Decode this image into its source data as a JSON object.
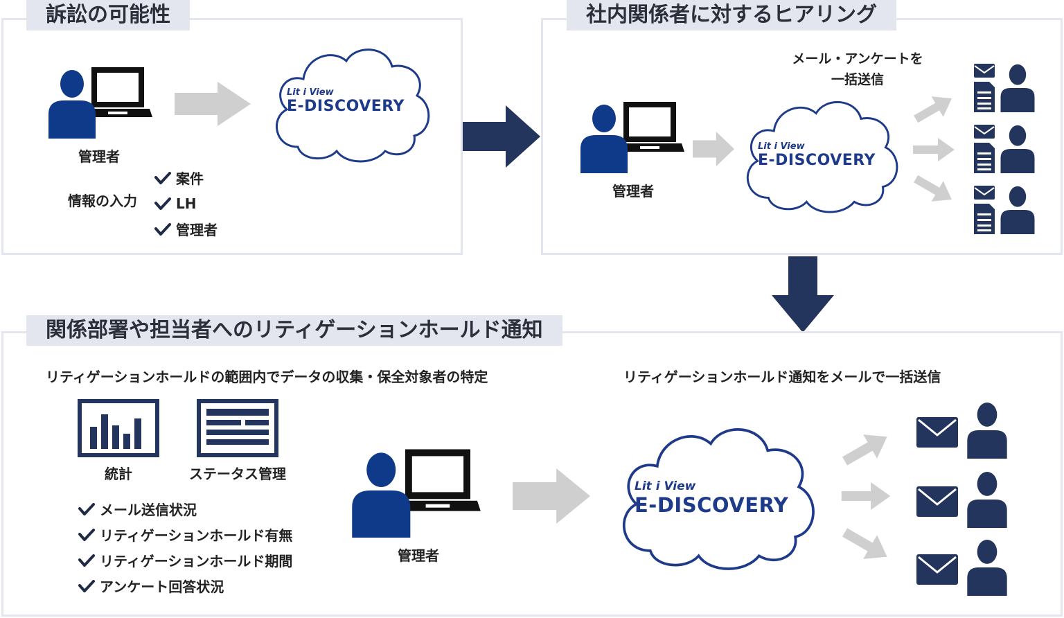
{
  "panels": {
    "lawsuit": {
      "title": "訴訟の可能性",
      "admin_label": "管理者",
      "input_label": "情報の入力",
      "checks": [
        "案件",
        "LH",
        "管理者"
      ]
    },
    "hearing": {
      "title": "社内関係者に対するヒアリング",
      "admin_label": "管理者",
      "caption_line1": "メール・アンケートを",
      "caption_line2": "一括送信"
    },
    "notice": {
      "title": "関係部署や担当者へのリティゲーションホールド通知",
      "left_caption": "リティゲーションホールドの範囲内でデータの収集・保全対象者の特定",
      "right_caption": "リティゲーションホールド通知をメールで一括送信",
      "stats_label": "統計",
      "status_label": "ステータス管理",
      "admin_label": "管理者",
      "checks": [
        "メール送信状況",
        "リティゲーションホールド有無",
        "リティゲーションホールド期間",
        "アンケート回答状況"
      ]
    }
  },
  "brand": {
    "small": "Lit i View",
    "big": "E-DISCOVERY"
  },
  "colors": {
    "navy": "#1e3a8a",
    "dark_navy": "#23355c",
    "gray_arrow": "#cfcfcf",
    "panel_border": "#e3e6ef"
  },
  "icons": [
    "person-icon",
    "laptop-icon",
    "cloud-icon",
    "mail-icon",
    "document-icon",
    "check-icon",
    "bar-chart-icon",
    "status-list-icon",
    "arrow-right-icon",
    "arrow-down-icon"
  ]
}
